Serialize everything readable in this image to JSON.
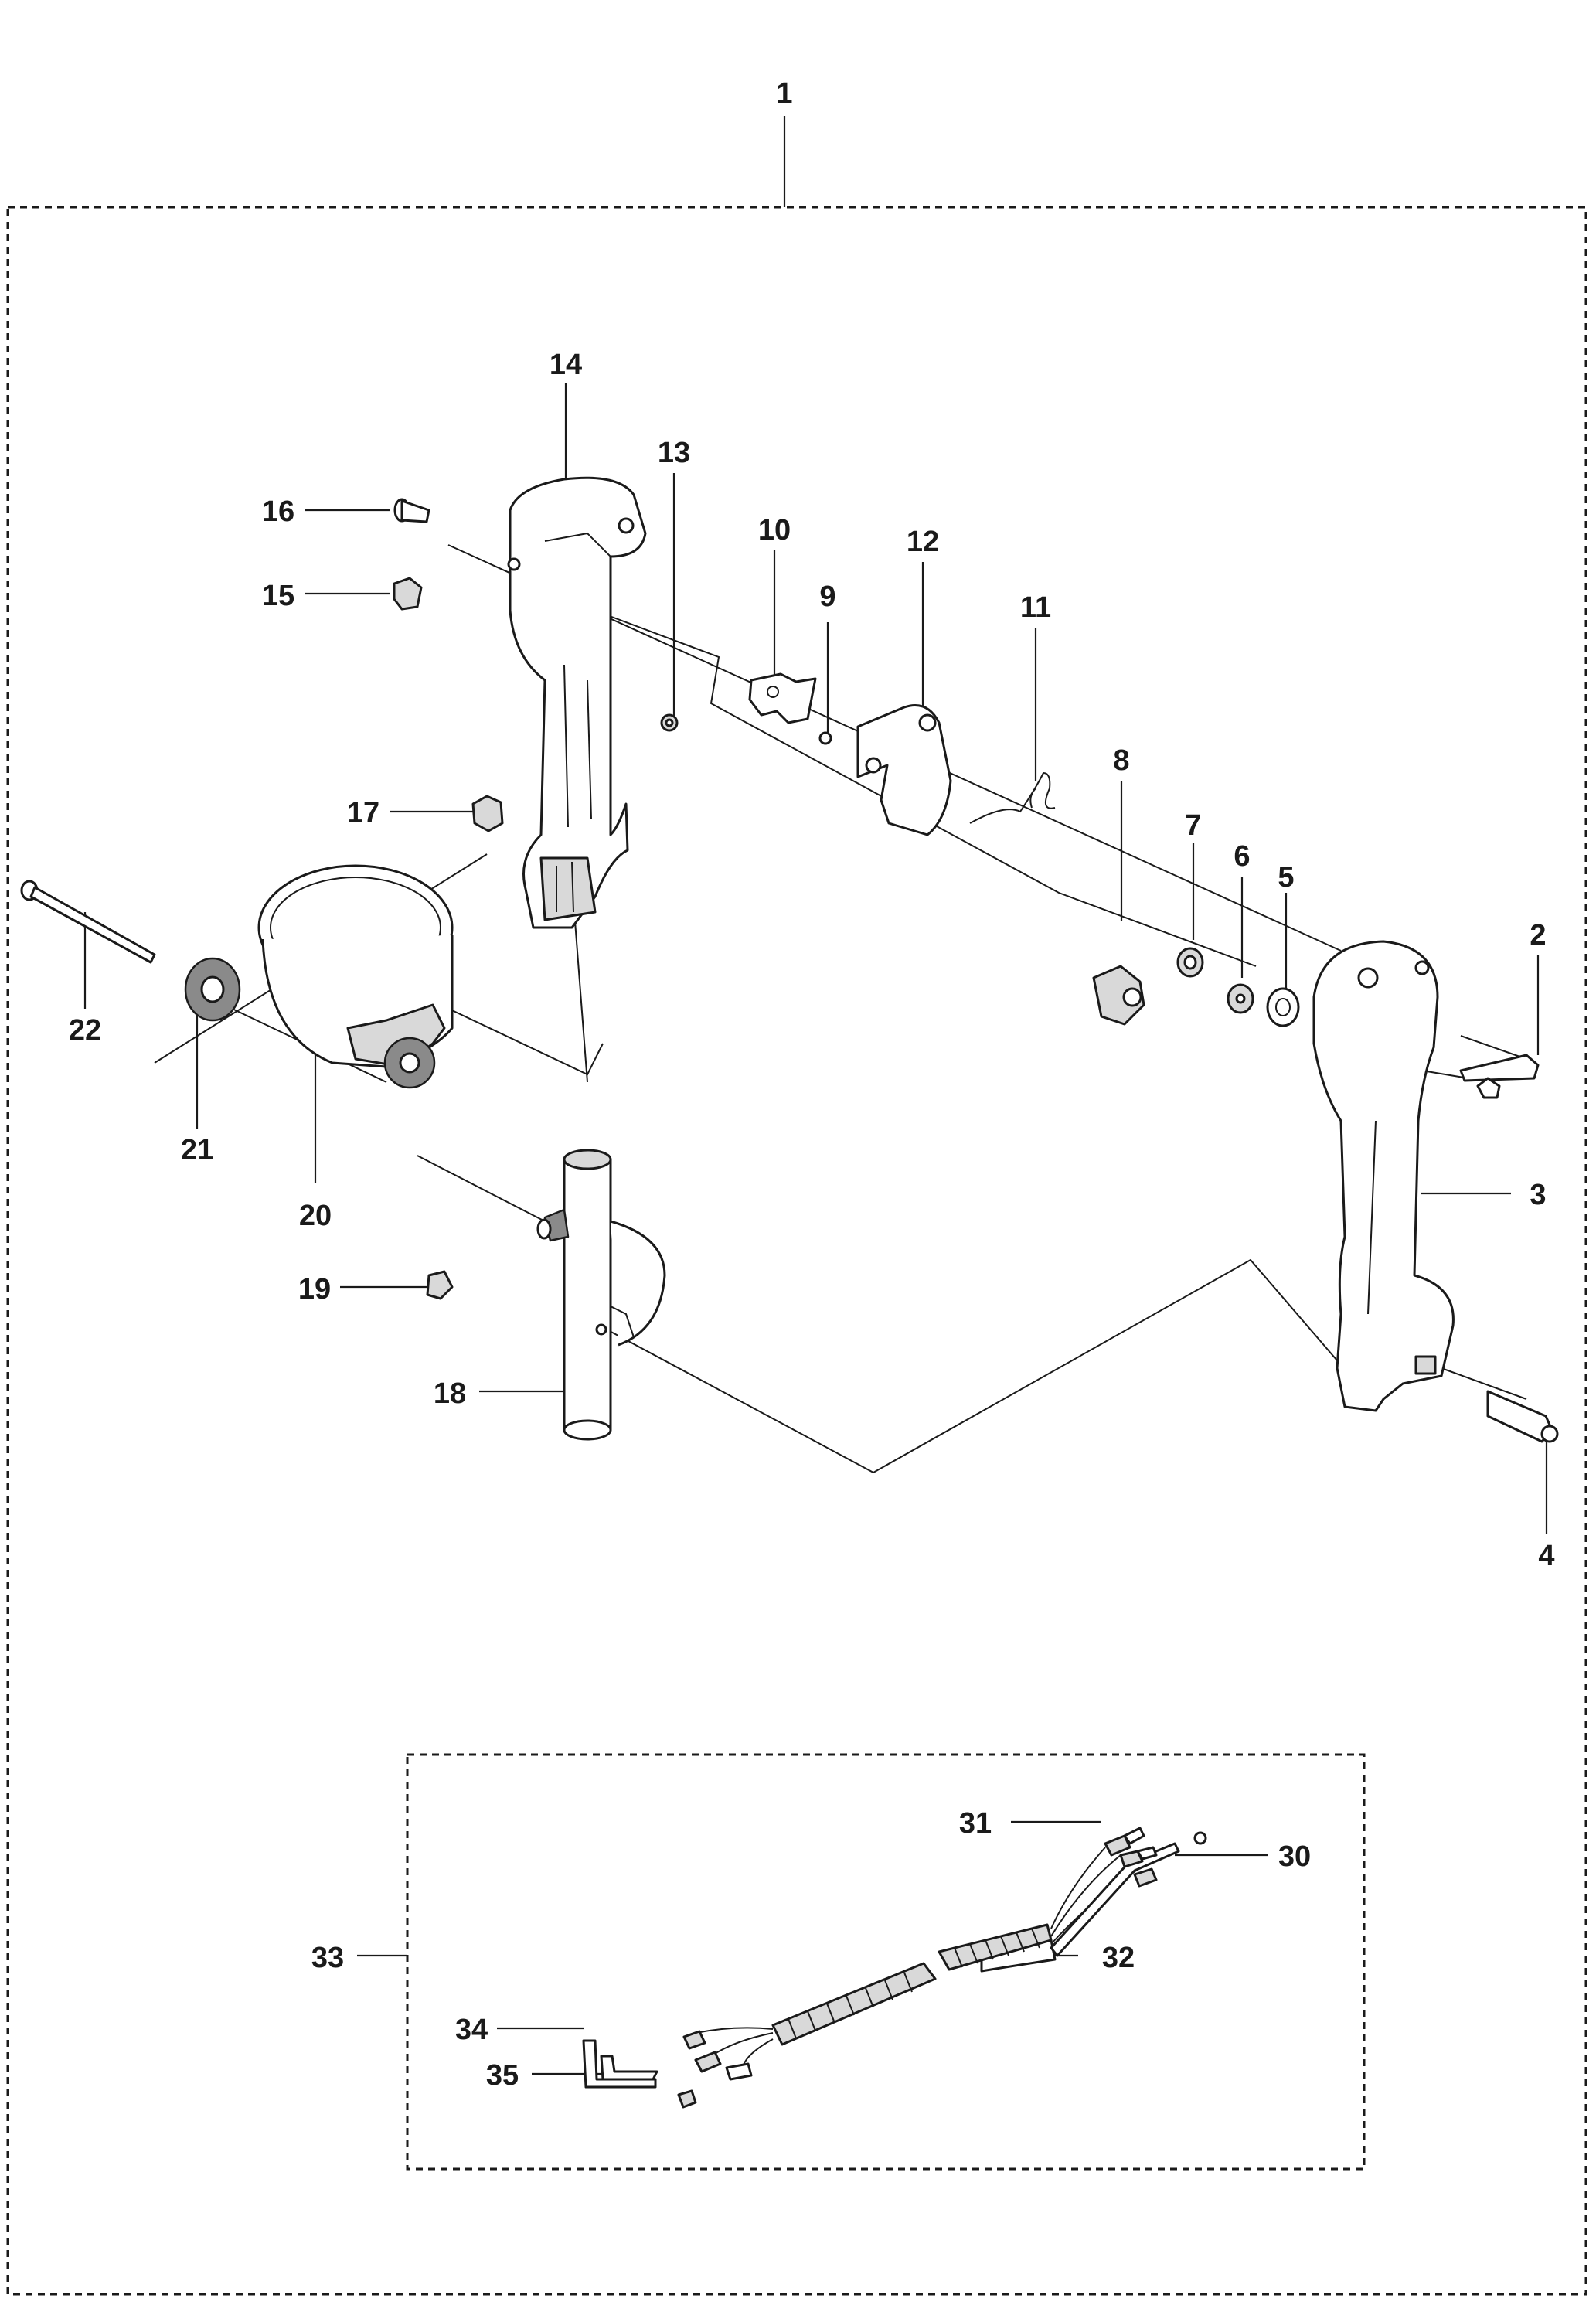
{
  "callouts": [
    {
      "id": "c1",
      "text": "1"
    },
    {
      "id": "c2",
      "text": "2"
    },
    {
      "id": "c3",
      "text": "3"
    },
    {
      "id": "c4",
      "text": "4"
    },
    {
      "id": "c5",
      "text": "5"
    },
    {
      "id": "c6",
      "text": "6"
    },
    {
      "id": "c7",
      "text": "7"
    },
    {
      "id": "c8",
      "text": "8"
    },
    {
      "id": "c9",
      "text": "9"
    },
    {
      "id": "c10",
      "text": "10"
    },
    {
      "id": "c11",
      "text": "11"
    },
    {
      "id": "c12",
      "text": "12"
    },
    {
      "id": "c13",
      "text": "13"
    },
    {
      "id": "c14",
      "text": "14"
    },
    {
      "id": "c15",
      "text": "15"
    },
    {
      "id": "c16",
      "text": "16"
    },
    {
      "id": "c17",
      "text": "17"
    },
    {
      "id": "c18",
      "text": "18"
    },
    {
      "id": "c19",
      "text": "19"
    },
    {
      "id": "c20",
      "text": "20"
    },
    {
      "id": "c21",
      "text": "21"
    },
    {
      "id": "c22",
      "text": "22"
    },
    {
      "id": "c30",
      "text": "30"
    },
    {
      "id": "c31",
      "text": "31"
    },
    {
      "id": "c32",
      "text": "32"
    },
    {
      "id": "c33",
      "text": "33"
    },
    {
      "id": "c34",
      "text": "34"
    },
    {
      "id": "c35",
      "text": "35"
    }
  ]
}
